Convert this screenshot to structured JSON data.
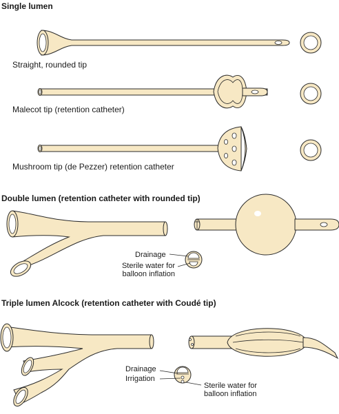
{
  "sections": {
    "single": {
      "heading": "Single lumen",
      "straight_caption": "Straight, rounded tip",
      "malecot_caption": "Malecot tip (retention catheter)",
      "mushroom_caption": "Mushroom tip (de Pezzer) retention catheter"
    },
    "double": {
      "heading": "Double lumen (retention catheter with rounded tip)",
      "drainage_label": "Drainage",
      "sterile_label": "Sterile water for balloon inflation"
    },
    "triple": {
      "heading": "Triple lumen Alcock (retention catheter with Coudé tip)",
      "drainage_label": "Drainage",
      "irrigation_label": "Irrigation",
      "sterile_label": "Sterile water for balloon inflation"
    }
  },
  "colors": {
    "tube_fill": "#f7e8c4",
    "outline": "#2a2a2a",
    "background": "#ffffff"
  }
}
